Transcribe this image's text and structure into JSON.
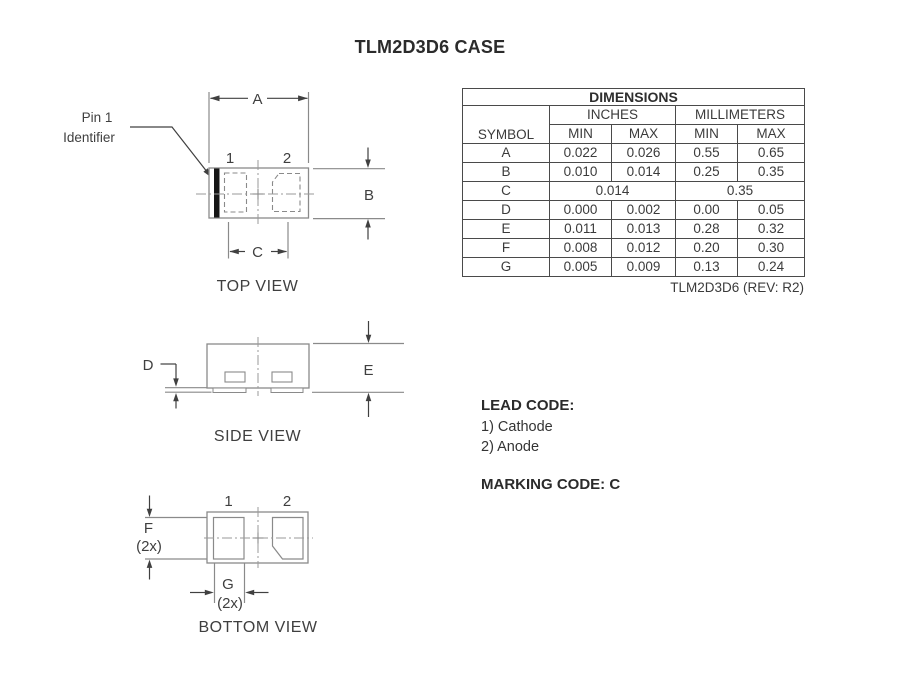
{
  "page_title": "TLM2D3D6 CASE",
  "dimensions_table": {
    "title": "DIMENSIONS",
    "unit_headers": {
      "inches": "INCHES",
      "millimeters": "MILLIMETERS"
    },
    "symbol_header": "SYMBOL",
    "col_headers": [
      "MIN",
      "MAX",
      "MIN",
      "MAX"
    ],
    "rows": [
      {
        "symbol": "A",
        "values": [
          "0.022",
          "0.026",
          "0.55",
          "0.65"
        ]
      },
      {
        "symbol": "B",
        "values": [
          "0.010",
          "0.014",
          "0.25",
          "0.35"
        ]
      },
      {
        "symbol": "C",
        "inches_typ": "0.014",
        "mm_typ": "0.35"
      },
      {
        "symbol": "D",
        "values": [
          "0.000",
          "0.002",
          "0.00",
          "0.05"
        ]
      },
      {
        "symbol": "E",
        "values": [
          "0.011",
          "0.013",
          "0.28",
          "0.32"
        ]
      },
      {
        "symbol": "F",
        "values": [
          "0.008",
          "0.012",
          "0.20",
          "0.30"
        ]
      },
      {
        "symbol": "G",
        "values": [
          "0.005",
          "0.009",
          "0.13",
          "0.24"
        ]
      }
    ],
    "caption": "TLM2D3D6 (REV: R2)"
  },
  "top_view": {
    "caption": "TOP VIEW",
    "pin1_callout_line1": "Pin 1",
    "pin1_callout_line2": "Identifier",
    "pad1_label": "1",
    "pad2_label": "2",
    "dim_a": "A",
    "dim_b": "B",
    "dim_c": "C"
  },
  "side_view": {
    "caption": "SIDE VIEW",
    "dim_d": "D",
    "dim_e": "E"
  },
  "bottom_view": {
    "caption": "BOTTOM VIEW",
    "pad1_label": "1",
    "pad2_label": "2",
    "dim_f": "F",
    "dim_f_qty": "(2x)",
    "dim_g": "G",
    "dim_g_qty": "(2x)"
  },
  "lead_code": {
    "heading": "LEAD CODE:",
    "items": [
      "1) Cathode",
      "2) Anode"
    ]
  },
  "marking_code": "MARKING CODE: C",
  "colors": {
    "outline_gray": "#8a8a8a",
    "dimension_dark": "#404040",
    "pin1_bar": "#161616",
    "table_border": "#4a4a4a"
  }
}
